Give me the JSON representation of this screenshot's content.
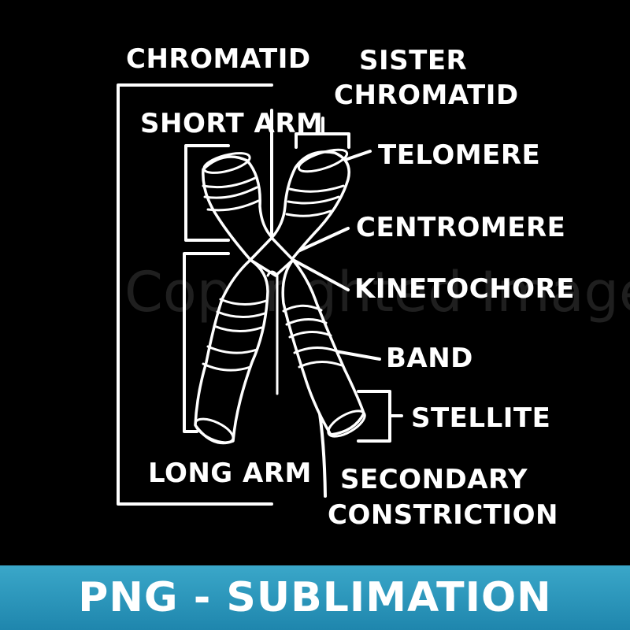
{
  "labels": {
    "chromatid": "CHROMATID",
    "sister_1": "SISTER",
    "sister_2": "CHROMATID",
    "short_arm": "SHORT ARM",
    "telomere": "TELOMERE",
    "centromere": "CENTROMERE",
    "kinetochore": "KINETOCHORE",
    "band": "BAND",
    "stellite": "STELLITE",
    "long_arm": "LONG ARM",
    "secondary_1": "SECONDARY",
    "secondary_2": "CONSTRICTION"
  },
  "watermark": "Copyrighted Image",
  "banner": "PNG - SUBLIMATION",
  "colors": {
    "background": "#000000",
    "ink": "#ffffff",
    "banner": "#2a97bd"
  }
}
